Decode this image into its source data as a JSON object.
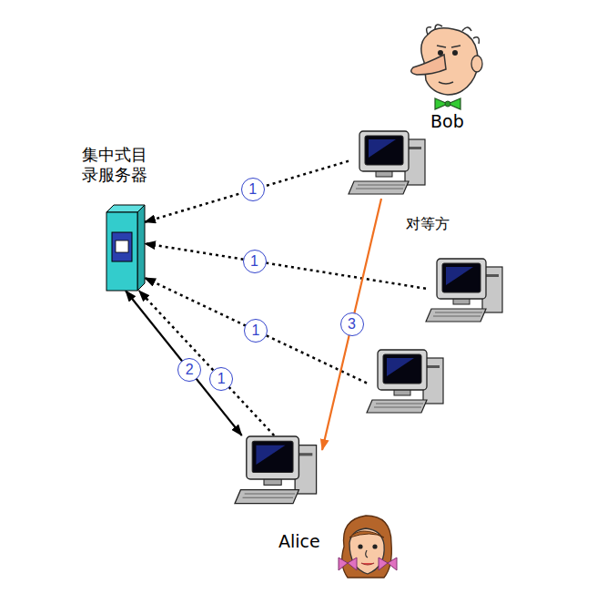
{
  "diagram": {
    "nodes": [
      {
        "text": [
          "集中式目 录服务器"
        ]
      },
      {
        "text": [
          "Bob"
        ]
      },
      {
        "text": [
          "对等方"
        ]
      },
      {
        "text": []
      },
      {
        "text": [
          "Alice"
        ]
      }
    ],
    "edges": [
      {
        "from": 1,
        "to": 0,
        "arrow": "to",
        "label": "1"
      },
      {
        "from": 2,
        "to": 0,
        "arrow": "to",
        "label": "1"
      },
      {
        "from": 3,
        "to": 0,
        "arrow": "to",
        "label": "1"
      },
      {
        "from": 4,
        "to": 0,
        "arrow": "to",
        "label": "1"
      },
      {
        "from": 0,
        "to": 4,
        "arrow": "both",
        "label": "2"
      },
      {
        "from": 1,
        "to": 4,
        "arrow": "to",
        "label": "3"
      }
    ]
  }
}
